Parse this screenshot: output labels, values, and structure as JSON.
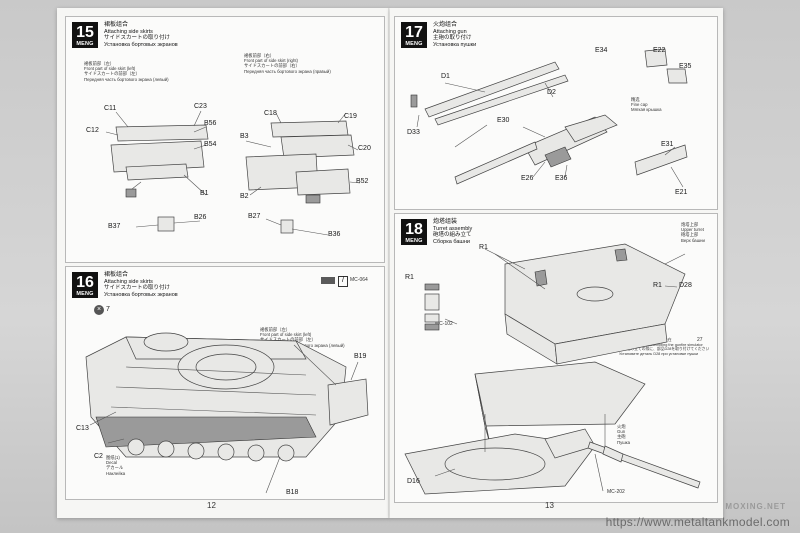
{
  "steps": {
    "s15": {
      "number": "15",
      "brand": "MENG",
      "title_cn": "裙板组合",
      "title_en": "Attaching side skirts",
      "title_jp": "サイドスカートの取り付け",
      "title_ru": "Установка бортовых экранов",
      "note_left": [
        "裙板前部（左）",
        "Front part of side skirt (left)",
        "サイドスカートの前部（左）",
        "Передняя часть бортового экрана (левый)"
      ],
      "note_right": [
        "裙板前部（右）",
        "Front part of side skirt (right)",
        "サイドスカートの前部（右）",
        "Передняя часть бортового экрана (правый)"
      ],
      "labels": [
        "C11",
        "C23",
        "C12",
        "B56",
        "B54",
        "B1",
        "B26",
        "B37",
        "C18",
        "C19",
        "B3",
        "C20",
        "B52",
        "B2",
        "B27",
        "B36"
      ]
    },
    "s16": {
      "number": "16",
      "brand": "MENG",
      "title_cn": "裙板组合",
      "title_en": "Attaching side skirts",
      "title_jp": "サイドスカートの取り付け",
      "title_ru": "Установка бортовых экранов",
      "paint": "MC-064",
      "ref": "7",
      "note_front": [
        "裙板前部（左）",
        "Front part of side skirt (left)",
        "サイドスカートの前部（左）",
        "Передняя часть бортового экрана (левый)"
      ],
      "note_c2": [
        "图纸(1)",
        "Decal",
        "デカール",
        "Наклейка"
      ],
      "labels": [
        "B19",
        "C13",
        "C2",
        "B18"
      ]
    },
    "s17": {
      "number": "17",
      "brand": "MENG",
      "title_cn": "火炮组合",
      "title_en": "Attaching gun",
      "title_jp": "主砲の取り付け",
      "title_ru": "Установка пушки",
      "fine_title": "精选",
      "fine_en": "Fine cap",
      "fine_ru": "Мягкая крышка",
      "labels": [
        "E34",
        "E22",
        "E35",
        "D1",
        "D2",
        "D33",
        "E30",
        "E31",
        "E26",
        "E36",
        "E21"
      ]
    },
    "s18": {
      "number": "18",
      "brand": "MENG",
      "title_cn": "炮塔组装",
      "title_en": "Turret assembly",
      "title_jp": "砲塔の組み立て",
      "title_ru": "Сборка башни",
      "upper_cn": "炮塔上部",
      "upper_en": "Upper turret",
      "upper_jp": "砲塔上部",
      "upper_ru": "Верх башни",
      "gun_cn": "火炮",
      "gun_en": "Gun",
      "gun_jp": "主砲",
      "gun_ru": "Пушка",
      "paint": "MC-102",
      "paint2": "MC-202",
      "warning": [
        "在安装炮塔时请将组件D28装在",
        "Install D28 when assembling the gunfire simulator",
        "砲塔組み立ての際に、部品D28を取り付けてください",
        "Установите деталь D28 при установке пушки"
      ],
      "step_ref": "27",
      "labels": [
        "R1",
        "R1",
        "R1",
        "D28",
        "D16"
      ]
    }
  },
  "page_numbers": {
    "left": "12",
    "right": "13"
  },
  "watermark": {
    "url": "https://www.metaltankmodel.com",
    "brand": "MOXING.NET"
  }
}
